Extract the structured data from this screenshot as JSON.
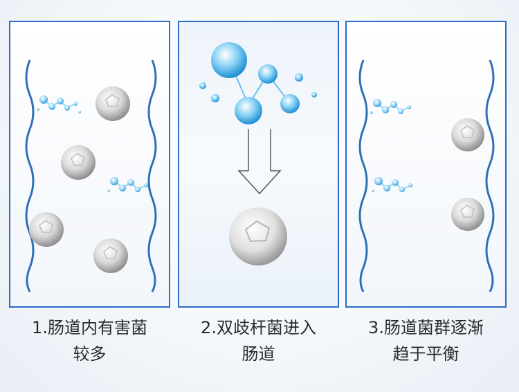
{
  "steps": [
    {
      "line1": "1.肠道内有害菌",
      "line2": "较多"
    },
    {
      "line1": "2.双歧杆菌进入",
      "line2": "肠道"
    },
    {
      "line1": "3.肠道菌群逐渐",
      "line2": "趋于平衡"
    }
  ],
  "colors": {
    "panel_border": "#2b6cc4",
    "wave": "#2f6fb8",
    "good_bacteria": "#4fb6ea",
    "harmful_bacteria": "#9a9a9a"
  }
}
